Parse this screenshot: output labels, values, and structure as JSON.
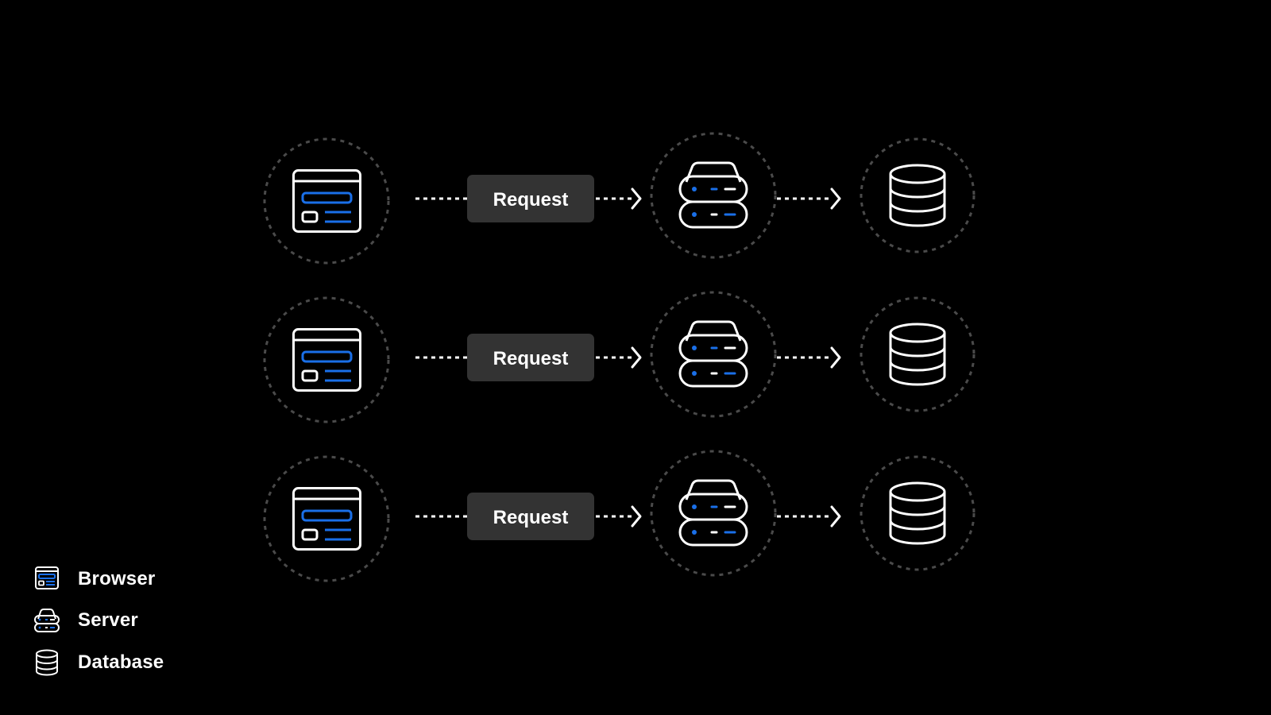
{
  "colors": {
    "background": "#000000",
    "foreground": "#ffffff",
    "accent": "#1a6fe8",
    "node_ring": "#4a4a4a",
    "label_box": "#333333"
  },
  "flows": [
    {
      "source": "browser",
      "label": "Request",
      "middle": "server",
      "target": "database"
    },
    {
      "source": "browser",
      "label": "Request",
      "middle": "server",
      "target": "database"
    },
    {
      "source": "browser",
      "label": "Request",
      "middle": "server",
      "target": "database"
    }
  ],
  "legend": [
    {
      "icon": "browser-icon",
      "label": "Browser"
    },
    {
      "icon": "server-icon",
      "label": "Server"
    },
    {
      "icon": "database-icon",
      "label": "Database"
    }
  ]
}
